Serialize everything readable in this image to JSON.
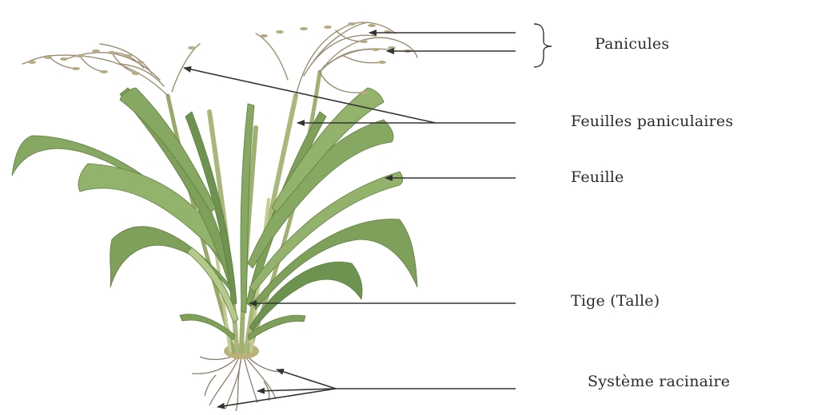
{
  "labels": {
    "panicules": "Panicules",
    "feuilles_paniculaires": "Feuilles paniculaires",
    "feuille": "Feuille",
    "tige": "Tige (Talle)",
    "systeme_racinaire": "Système racinaire"
  },
  "colors": {
    "leaf": "#7fa05a",
    "leaf_dark": "#5e7f3e",
    "panicle": "#9a8f72",
    "stem": "#a9b77a",
    "root": "#8c7f6a",
    "line": "#4a4a4a"
  }
}
